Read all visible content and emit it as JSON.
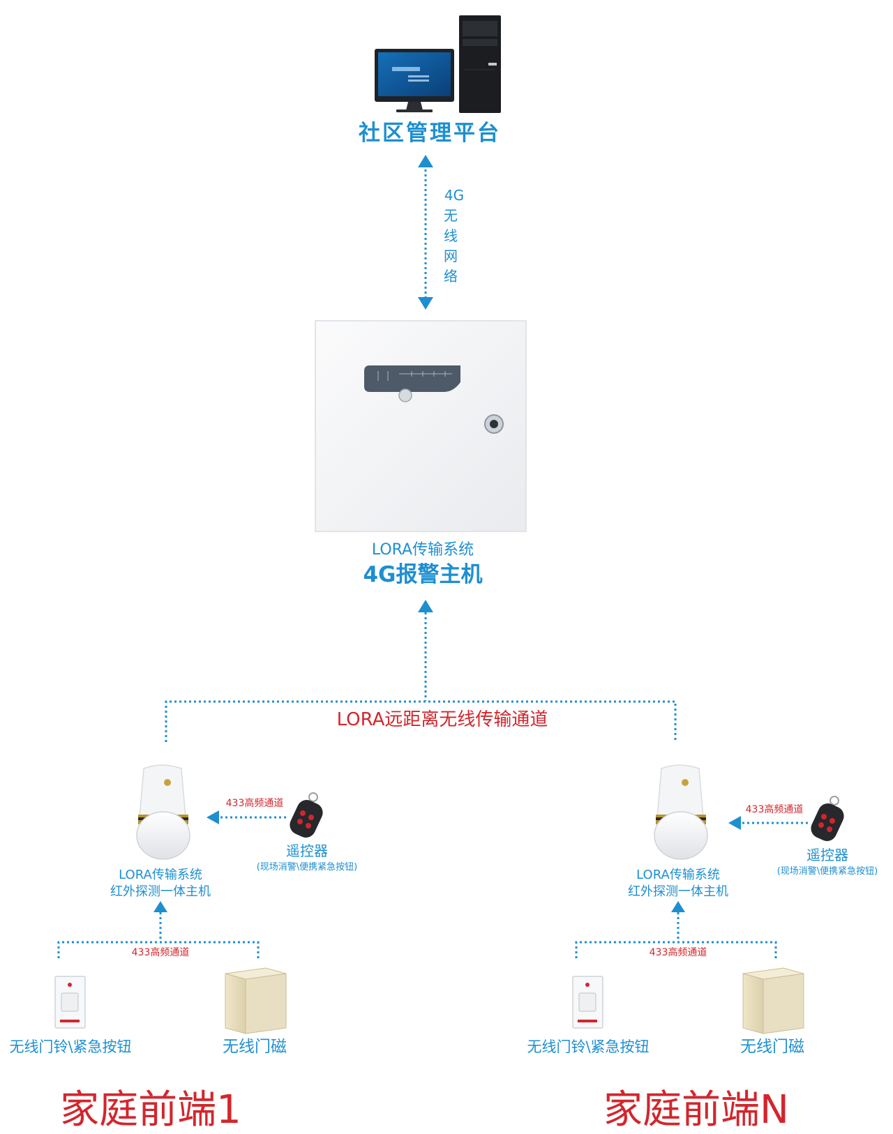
{
  "platform": {
    "title": "社区管理平台"
  },
  "uplink": {
    "label": [
      "4G",
      "无",
      "线",
      "网",
      "络"
    ]
  },
  "host": {
    "line1": "LORA传输系统",
    "line2": "4G报警主机"
  },
  "channel": {
    "label": "LORA远距离无线传输通道"
  },
  "homes": [
    {
      "title": "家庭前端1",
      "unit": {
        "line1": "LORA传输系统",
        "line2": "红外探测一体主机"
      },
      "remote": {
        "channel": "433高频通道",
        "title": "遥控器",
        "note": "(现场消警\\便携紧急按钮)"
      },
      "sensors_channel": "433高频通道",
      "sensor_a": "无线门铃\\紧急按钮",
      "sensor_b": "无线门磁"
    },
    {
      "title": "家庭前端N",
      "unit": {
        "line1": "LORA传输系统",
        "line2": "红外探测一体主机"
      },
      "remote": {
        "channel": "433高频通道",
        "title": "遥控器",
        "note": "(现场消警\\便携紧急按钮)"
      },
      "sensors_channel": "433高频通道",
      "sensor_a": "无线门铃\\紧急按钮",
      "sensor_b": "无线门磁"
    }
  ],
  "colors": {
    "accent": "#1d8fd0",
    "alert": "#d2262c"
  },
  "icons": [
    "desktop-computer",
    "alarm-host-cabinet",
    "pir-detector",
    "key-fob-remote",
    "wireless-doorbell-button",
    "door-magnet-sensor"
  ]
}
